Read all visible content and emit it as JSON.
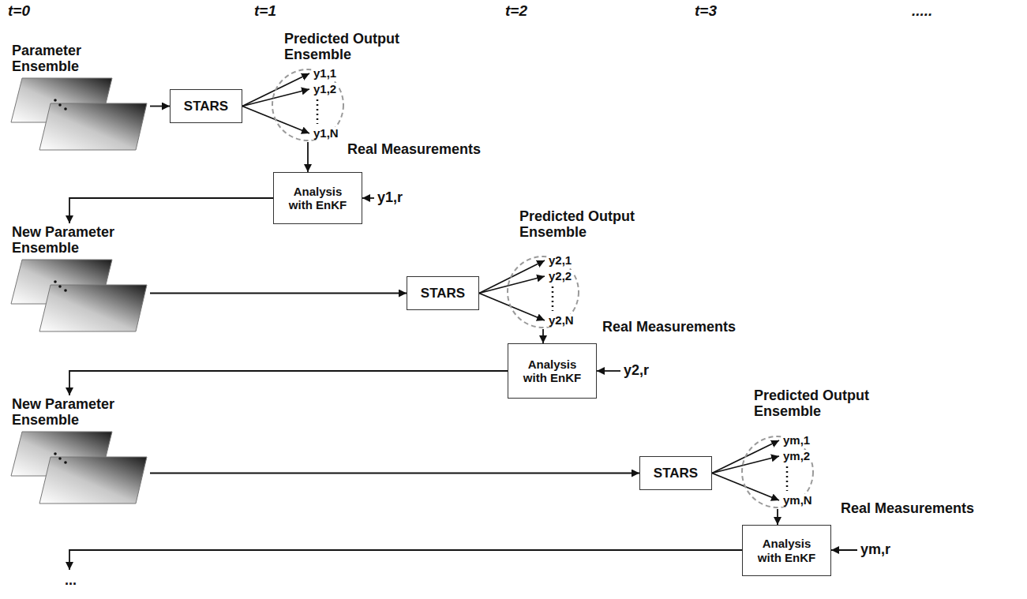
{
  "diagram": {
    "nodes": [
      {
        "text": [
          "Parameter Ensemble"
        ]
      },
      {
        "text": [
          "STARS"
        ]
      },
      {
        "text": [
          "Predicted Output Ensemble",
          "y1,1",
          "y1,2",
          "y1,N"
        ]
      },
      {
        "text": [
          "Analysis with EnKF"
        ]
      },
      {
        "text": [
          "New Parameter Ensemble"
        ]
      },
      {
        "text": [
          "STARS"
        ]
      },
      {
        "text": [
          "Predicted Output Ensemble",
          "y2,1",
          "y2,2",
          "y2,N"
        ]
      },
      {
        "text": [
          "Analysis with EnKF"
        ]
      },
      {
        "text": [
          "New Parameter Ensemble"
        ]
      },
      {
        "text": [
          "STARS"
        ]
      },
      {
        "text": [
          "Predicted Output Ensemble",
          "ym,1",
          "ym,2",
          "ym,N"
        ]
      },
      {
        "text": [
          "Analysis with EnKF"
        ]
      }
    ],
    "edges": [
      {
        "from": 0,
        "to": 1,
        "arrow": "to"
      },
      {
        "from": 1,
        "to": 2,
        "arrow": "to"
      },
      {
        "from": 2,
        "to": 3,
        "arrow": "to"
      },
      {
        "from": 3,
        "to": 4,
        "arrow": "to"
      },
      {
        "from": 4,
        "to": 5,
        "arrow": "to"
      },
      {
        "from": 5,
        "to": 6,
        "arrow": "to"
      },
      {
        "from": 6,
        "to": 7,
        "arrow": "to"
      },
      {
        "from": 7,
        "to": 8,
        "arrow": "to"
      },
      {
        "from": 8,
        "to": 9,
        "arrow": "to"
      },
      {
        "from": 9,
        "to": 10,
        "arrow": "to"
      },
      {
        "from": 10,
        "to": 11,
        "arrow": "to"
      }
    ],
    "labels": [
      "t=0",
      "t=1",
      "t=2",
      "t=3",
      ".....",
      "Real Measurements",
      "y1,r",
      "Real Measurements",
      "y2,r",
      "Real Measurements",
      "ym,r",
      "..."
    ]
  }
}
